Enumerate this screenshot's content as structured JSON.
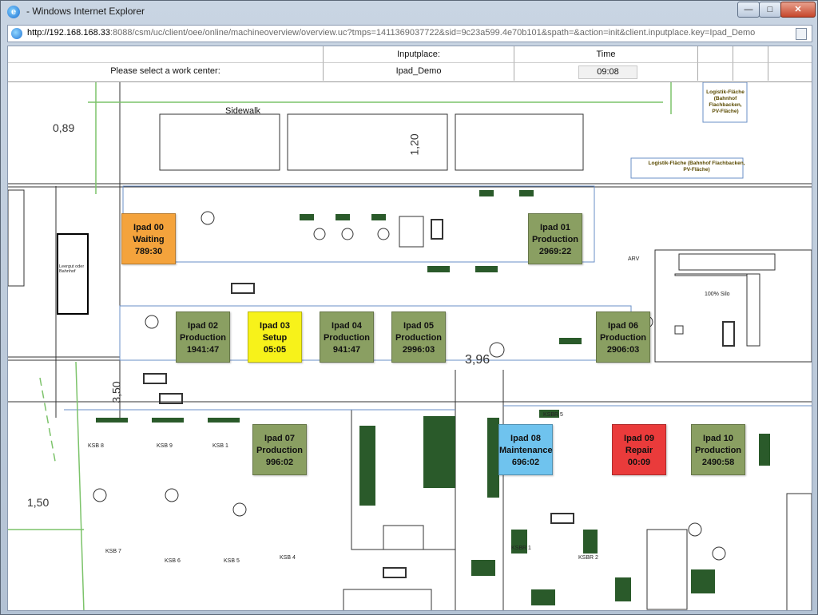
{
  "window": {
    "title": "- Windows Internet Explorer",
    "address_host": "http://192.168.168.33",
    "address_rest": ":8088/csm/uc/client/oee/online/machineoverview/overview.uc?tmps=1411369037722&sid=9c23a599.4e70b101&spath=&action=init&client.inputplace.key=Ipad_Demo"
  },
  "header": {
    "inputplace_label": "Inputplace:",
    "time_label": "Time",
    "select_prompt": "Please select a work center:",
    "inputplace_value": "Ipad_Demo",
    "time_value": "09:08"
  },
  "map": {
    "sidewalk": "Sidewalk",
    "dim_089": "0,89",
    "dim_120": "1,20",
    "dim_396": "3,96",
    "dim_350": "3,50",
    "dim_150": "1,50",
    "logistik_1": "Logistik-Fläche (Bahnhof Flachbacken, PV-Fläche)",
    "logistik_2": "Logistik-Fläche (Bahnhof Flachbacken, PV-Fläche)",
    "silo": "100% Silo",
    "leergut": "Leergut oder Bahnhof",
    "arv": "ARV",
    "ksbr5": "KSBR 5",
    "ksbr1": "KSBR 1",
    "ksbr2": "KSBR 2",
    "ksb7": "KSB 7",
    "ksb6": "KSB 6",
    "ksb5": "KSB 5",
    "ksb4": "KSB 4",
    "ksb8": "KSB 8",
    "ksb1": "KSB 1",
    "ksb9": "KSB 9"
  },
  "colors": {
    "production": "#8a9f62",
    "waiting": "#f4a33c",
    "setup": "#f7f21a",
    "maintenance": "#6fc3ee",
    "repair": "#ea3b3b"
  },
  "tiles": [
    {
      "name": "Ipad 00",
      "status": "Waiting",
      "time": "789:30"
    },
    {
      "name": "Ipad 01",
      "status": "Production",
      "time": "2969:22"
    },
    {
      "name": "Ipad 02",
      "status": "Production",
      "time": "1941:47"
    },
    {
      "name": "Ipad 03",
      "status": "Setup",
      "time": "05:05"
    },
    {
      "name": "Ipad 04",
      "status": "Production",
      "time": "941:47"
    },
    {
      "name": "Ipad 05",
      "status": "Production",
      "time": "2996:03"
    },
    {
      "name": "Ipad 06",
      "status": "Production",
      "time": "2906:03"
    },
    {
      "name": "Ipad 07",
      "status": "Production",
      "time": "996:02"
    },
    {
      "name": "Ipad 08",
      "status": "Maintenance",
      "time": "696:02"
    },
    {
      "name": "Ipad 09",
      "status": "Repair",
      "time": "00:09"
    },
    {
      "name": "Ipad 10",
      "status": "Production",
      "time": "2490:58"
    }
  ]
}
